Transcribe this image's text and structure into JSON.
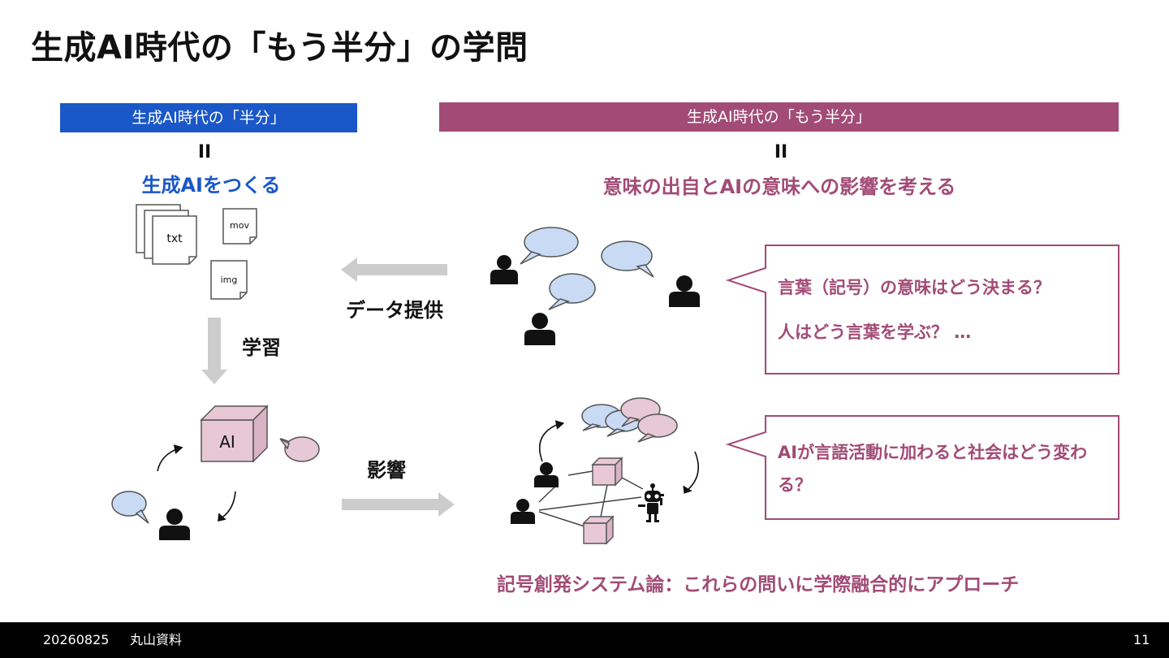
{
  "slide": {
    "title": "生成AI時代の「もう半分」の学問",
    "left_header": "生成AI時代の「半分」",
    "right_header": "生成AI時代の「もう半分」",
    "equals": "II",
    "left_subtitle": "生成AIをつくる",
    "right_subtitle": "意味の出自とAIの意味への影響を考える",
    "files": {
      "txt": "txt",
      "mov": "mov",
      "img": "img"
    },
    "learning_label": "学習",
    "data_label": "データ提供",
    "influence_label": "影響",
    "ai_label": "AI",
    "question1_line1": "言葉（記号）の意味はどう決まる？",
    "question1_line2": "人はどう言葉を学ぶ？ …",
    "question2": "AIが言語活動に加わると社会はどう変わる？",
    "bottom_line": "記号創発システム論：これらの問いに学際融合的にアプローチ"
  },
  "footer": {
    "date": "20260825",
    "author": "丸山資料",
    "page": "11"
  },
  "colors": {
    "blue_accent": "#1a57c8",
    "magenta_accent": "#a24b76",
    "bubble_blue": "#c9daf5",
    "bubble_pink": "#e6c8d6",
    "cube_pink": "#e8c8d5",
    "arrow_gray": "#cccccc",
    "footer_bg": "#000000"
  }
}
